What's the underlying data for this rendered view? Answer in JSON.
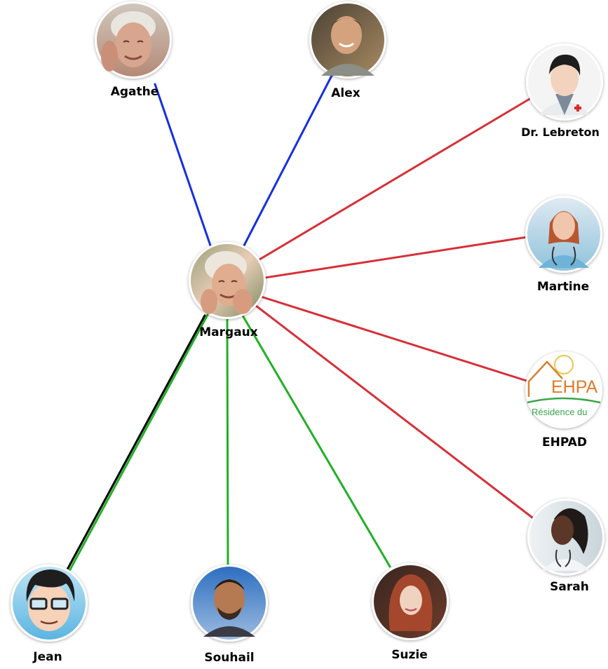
{
  "colors": {
    "family": "#1430e0",
    "medical": "#d63038",
    "friends": "#1fb025",
    "primary": "#000000"
  },
  "nodes": {
    "margaux": {
      "label": "Margaux",
      "icon": "elderly-woman-photo"
    },
    "agathe": {
      "label": "Agathe",
      "icon": "elderly-woman-photo"
    },
    "alex": {
      "label": "Alex",
      "icon": "man-photo"
    },
    "lebreton": {
      "label": "Dr. Lebreton",
      "icon": "doctor-avatar"
    },
    "martine": {
      "label": "Martine",
      "icon": "nurse-photo"
    },
    "ehpad": {
      "label": "EHPAD",
      "icon": "ehpad-logo",
      "logo_text": "EHPA",
      "logo_subtext": "Résidence du"
    },
    "sarah": {
      "label": "Sarah",
      "icon": "doctor-woman-photo"
    },
    "jean": {
      "label": "Jean",
      "icon": "cartoon-man-avatar"
    },
    "souhail": {
      "label": "Souhail",
      "icon": "man-photo"
    },
    "suzie": {
      "label": "Suzie",
      "icon": "woman-photo"
    }
  },
  "edges": [
    {
      "from": "margaux",
      "to": "agathe",
      "kind": "family"
    },
    {
      "from": "margaux",
      "to": "alex",
      "kind": "family"
    },
    {
      "from": "margaux",
      "to": "lebreton",
      "kind": "medical"
    },
    {
      "from": "margaux",
      "to": "martine",
      "kind": "medical"
    },
    {
      "from": "margaux",
      "to": "ehpad",
      "kind": "medical"
    },
    {
      "from": "margaux",
      "to": "sarah",
      "kind": "medical"
    },
    {
      "from": "margaux",
      "to": "jean",
      "kind": "friends+primary"
    },
    {
      "from": "margaux",
      "to": "souhail",
      "kind": "friends"
    },
    {
      "from": "margaux",
      "to": "suzie",
      "kind": "friends"
    }
  ]
}
